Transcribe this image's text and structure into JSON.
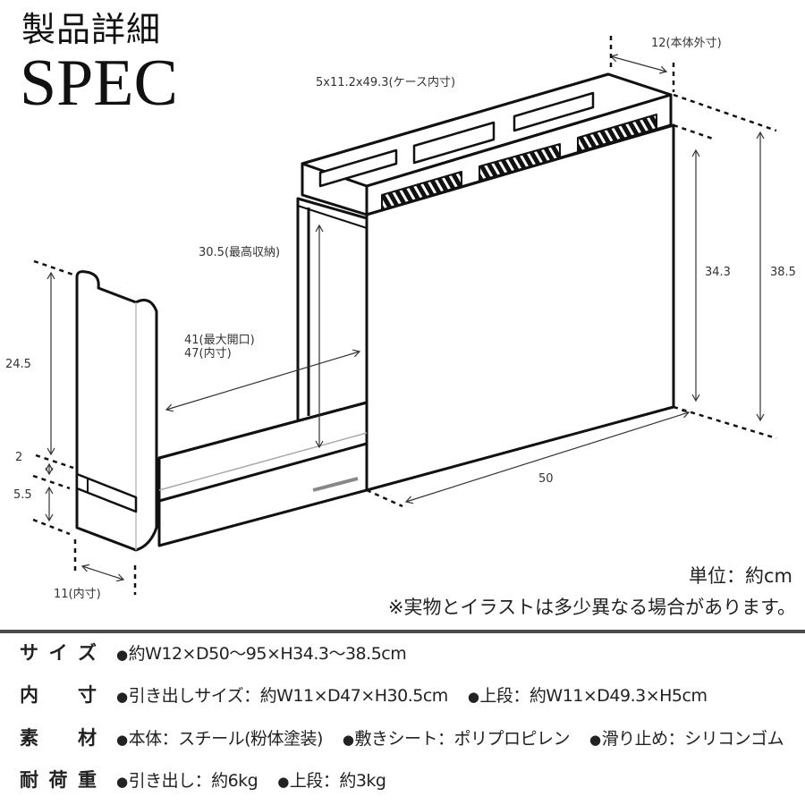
{
  "header": {
    "title_jp": "製品詳細",
    "title_en": "SPEC"
  },
  "dimensions": {
    "case_inner": "5x11.2x49.3(ケース内寸)",
    "body_outer_width": "12(本体外寸)",
    "max_storage_height": "30.5(最高収納)",
    "max_opening": "41(最大開口)",
    "inner_depth": "47(内寸)",
    "handle_height": "24.5",
    "gap_small": "2",
    "foot_height": "5.5",
    "inner_width": "11(内寸)",
    "body_height_min": "34.3",
    "body_height_max": "38.5",
    "body_depth": "50"
  },
  "unit_label": "単位：約cm",
  "disclaimer": "※実物とイラストは多少異なる場合があります。",
  "specs": [
    {
      "label": [
        "サ",
        "イ",
        "ズ"
      ],
      "items": [
        "約W12×D50〜95×H34.3〜38.5cm"
      ]
    },
    {
      "label": [
        "内",
        "寸"
      ],
      "items": [
        "引き出しサイズ：約W11×D47×H30.5cm",
        "上段：約W11×D49.3×H5cm"
      ]
    },
    {
      "label": [
        "素",
        "材"
      ],
      "items": [
        "本体：スチール(粉体塗装)",
        "敷きシート：ポリプロピレン",
        "滑り止め：シリコンゴム"
      ]
    },
    {
      "label": [
        "耐",
        "荷",
        "重"
      ],
      "items": [
        "引き出し：約6kg",
        "上段：約3kg"
      ]
    }
  ],
  "colors": {
    "line": "#111111",
    "separator": "#4a4a4a",
    "text": "#222222"
  }
}
